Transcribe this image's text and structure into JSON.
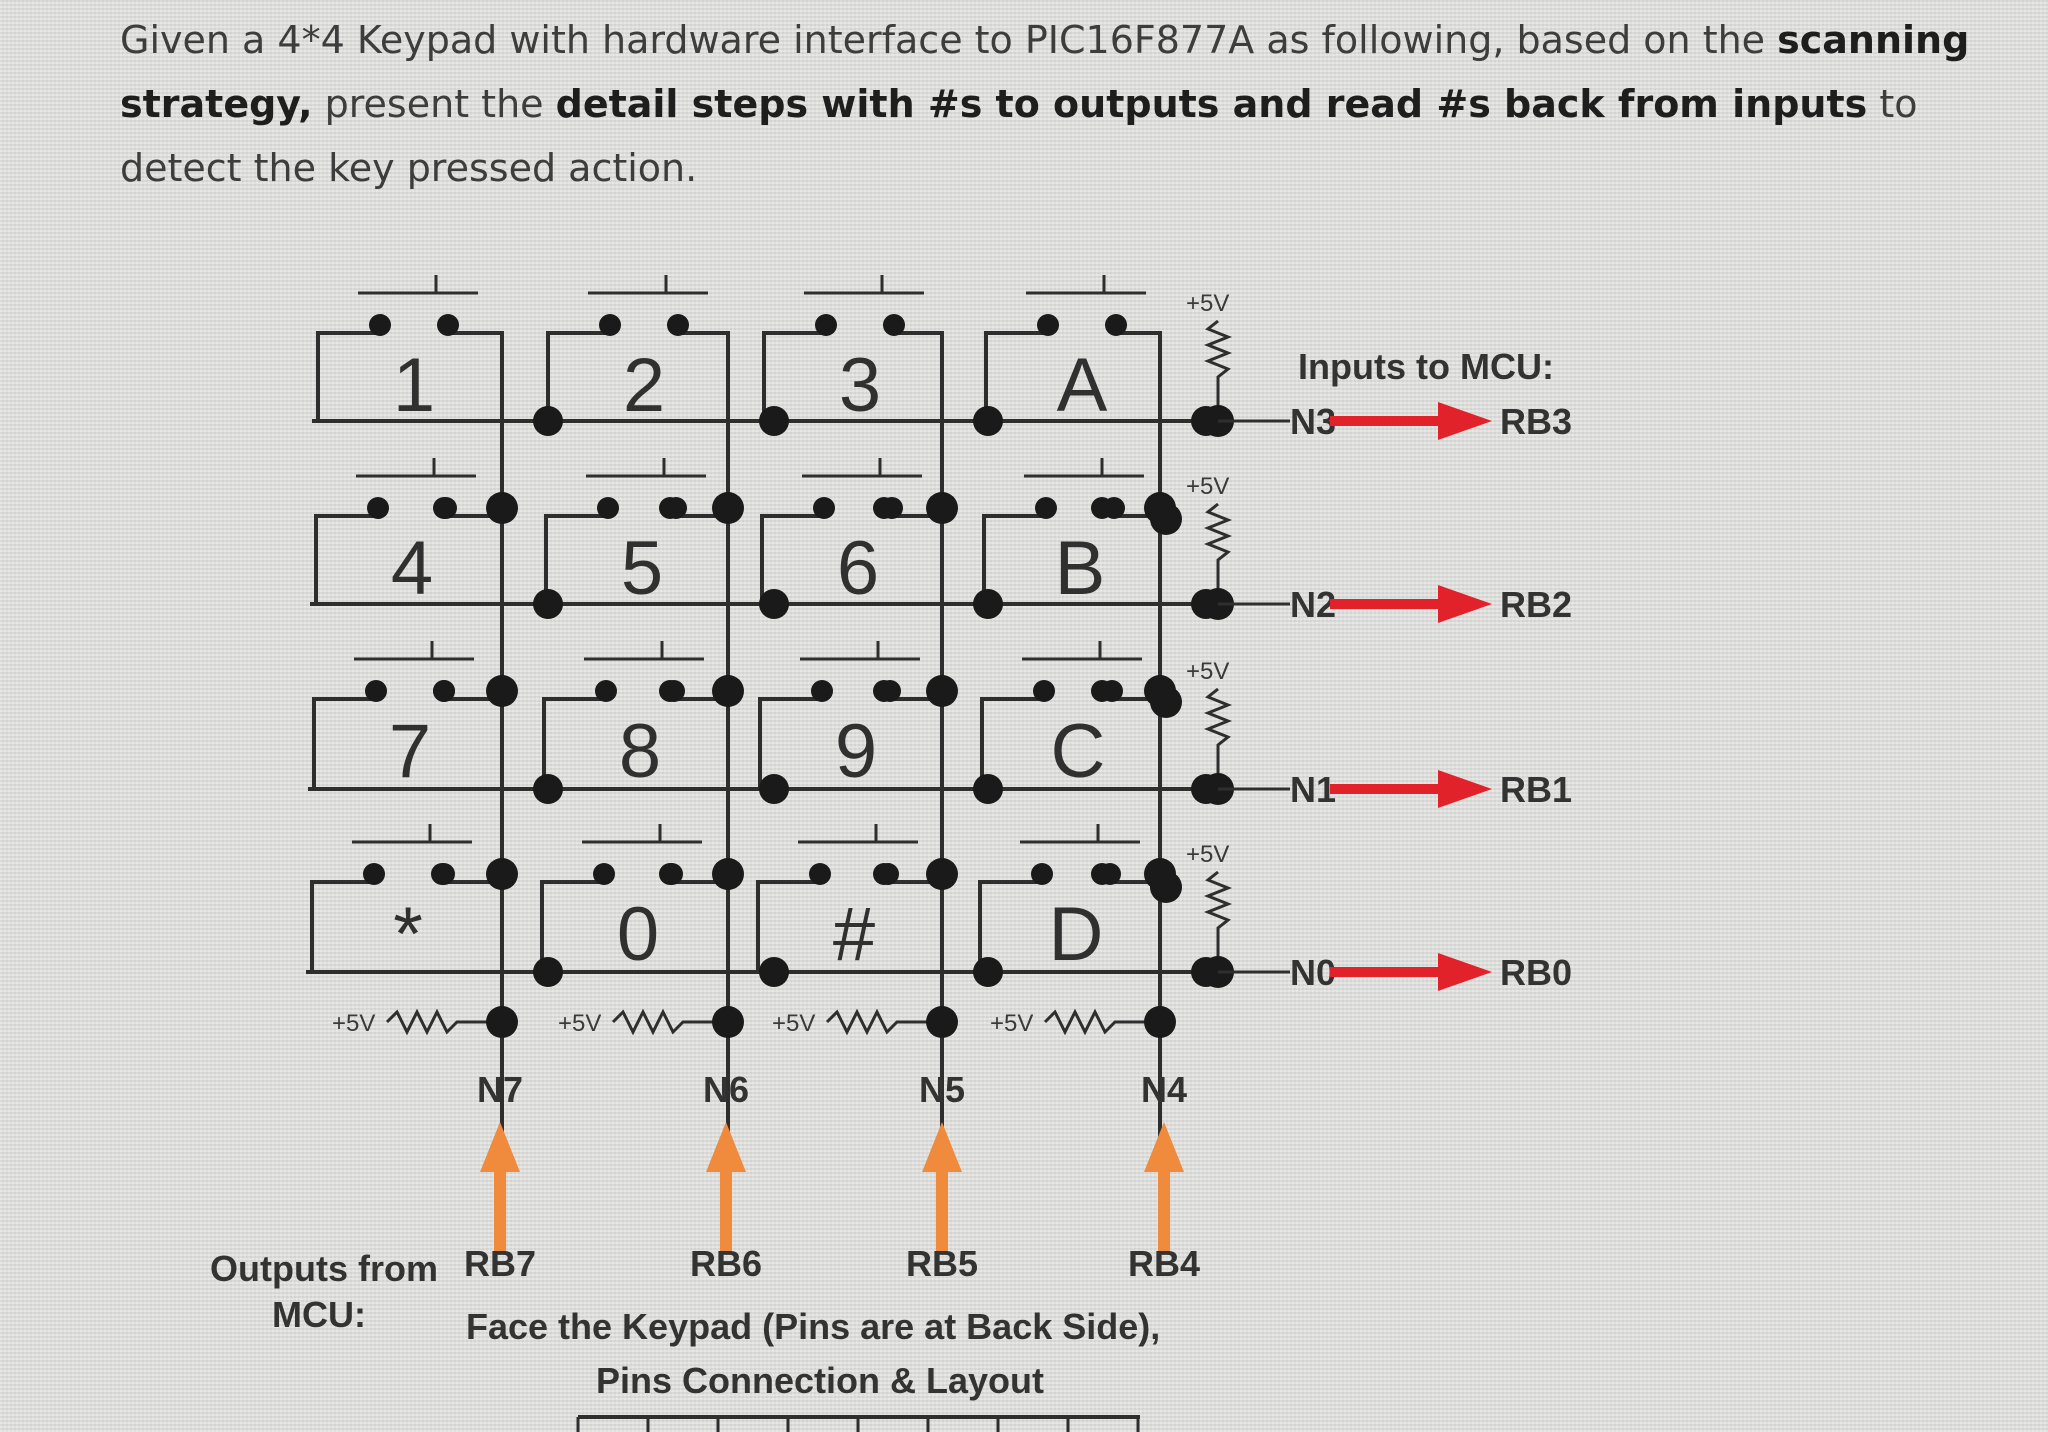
{
  "question": {
    "p1": "Given a 4*4 Keypad with hardware interface to PIC16F877A as following, based on the ",
    "b1": "scanning strategy,",
    "p2": " present the ",
    "b2": "detail steps with #s to outputs and read #s back from inputs",
    "p3": " to detect the key pressed action."
  },
  "keypad": {
    "keys": [
      "1",
      "2",
      "3",
      "A",
      "4",
      "5",
      "6",
      "B",
      "7",
      "8",
      "9",
      "C",
      "*",
      "0",
      "#",
      "D"
    ],
    "supply_label": "+5V"
  },
  "inputs": {
    "caption": "Inputs to MCU:",
    "rows": [
      {
        "node": "N3",
        "pin": "RB3"
      },
      {
        "node": "N2",
        "pin": "RB2"
      },
      {
        "node": "N1",
        "pin": "RB1"
      },
      {
        "node": "N0",
        "pin": "RB0"
      }
    ]
  },
  "outputs": {
    "caption_line1": "Outputs from",
    "caption_line2": "MCU:",
    "cols": [
      {
        "node": "N7",
        "pin": "RB7"
      },
      {
        "node": "N6",
        "pin": "RB6"
      },
      {
        "node": "N5",
        "pin": "RB5"
      },
      {
        "node": "N4",
        "pin": "RB4"
      }
    ]
  },
  "footer": {
    "line1": "Face the Keypad (Pins are at Back Side),",
    "line2": "Pins Connection & Layout"
  },
  "colors": {
    "input_arrow": "#e2222b",
    "output_arrow": "#f08a3c"
  }
}
